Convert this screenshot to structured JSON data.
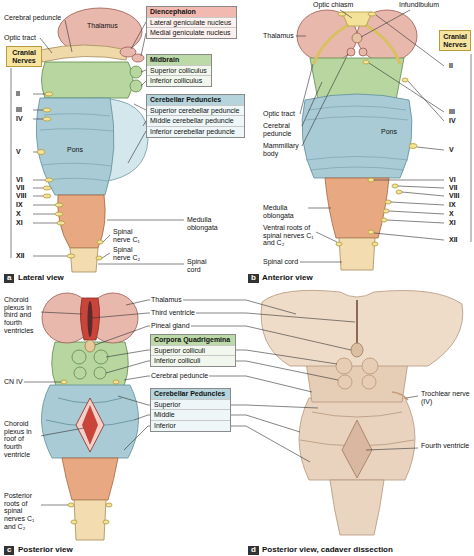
{
  "diagram": {
    "nodes": [
      {
        "text": [
          "Diencephalon",
          "Lateral geniculate nucleus",
          "Medial geniculate nucleus"
        ]
      },
      {
        "text": [
          "Cranial Nerves"
        ]
      },
      {
        "text": [
          "Midbrain",
          "Superior colliculus",
          "Inferior colliculus"
        ]
      },
      {
        "text": [
          "Cerebellar Peduncles",
          "Superior cerebellar peduncle",
          "Middle cerebellar peduncle",
          "Inferior cerebellar peduncle"
        ]
      },
      {
        "text": [
          "Cranial Nerves"
        ]
      },
      {
        "text": [
          "Corpora Quadrigemina",
          "Superior colliculi",
          "Inferior colliculi"
        ]
      },
      {
        "text": [
          "Cerebellar Peduncles",
          "Superior",
          "Middle",
          "Inferior"
        ]
      }
    ],
    "labels": [
      "Cerebral peduncle",
      "Thalamus",
      "Optic tract",
      "II",
      "III",
      "IV",
      "V",
      "VI",
      "VII",
      "VIII",
      "IX",
      "X",
      "XI",
      "XII",
      "Pons",
      "Medulla oblongata",
      "Spinal nerve C₁",
      "Spinal nerve C₂",
      "Spinal cord",
      "a",
      "Lateral view",
      "Optic chiasm",
      "Infundibulum",
      "Thalamus",
      "II",
      "III",
      "IV",
      "V",
      "VI",
      "VII",
      "VIII",
      "IX",
      "X",
      "XI",
      "XII",
      "Optic tract",
      "Cerebral peduncle",
      "Mammillary body",
      "Pons",
      "Medulla oblongata",
      "Ventral roots of spinal nerves C₁ and C₂",
      "Spinal cord",
      "b",
      "Anterior view",
      "Choroid plexus in third and fourth ventricles",
      "Thalamus",
      "Third ventricle",
      "Pineal gland",
      "CN IV",
      "Cerebral peduncle",
      "Choroid plexus in roof of fourth ventricle",
      "Posterior roots of spinal nerves C₁ and C₂",
      "c",
      "Posterior view",
      "Trochlear nerve (IV)",
      "Fourth ventricle",
      "d",
      "Posterior view, cadaver dissection"
    ]
  }
}
